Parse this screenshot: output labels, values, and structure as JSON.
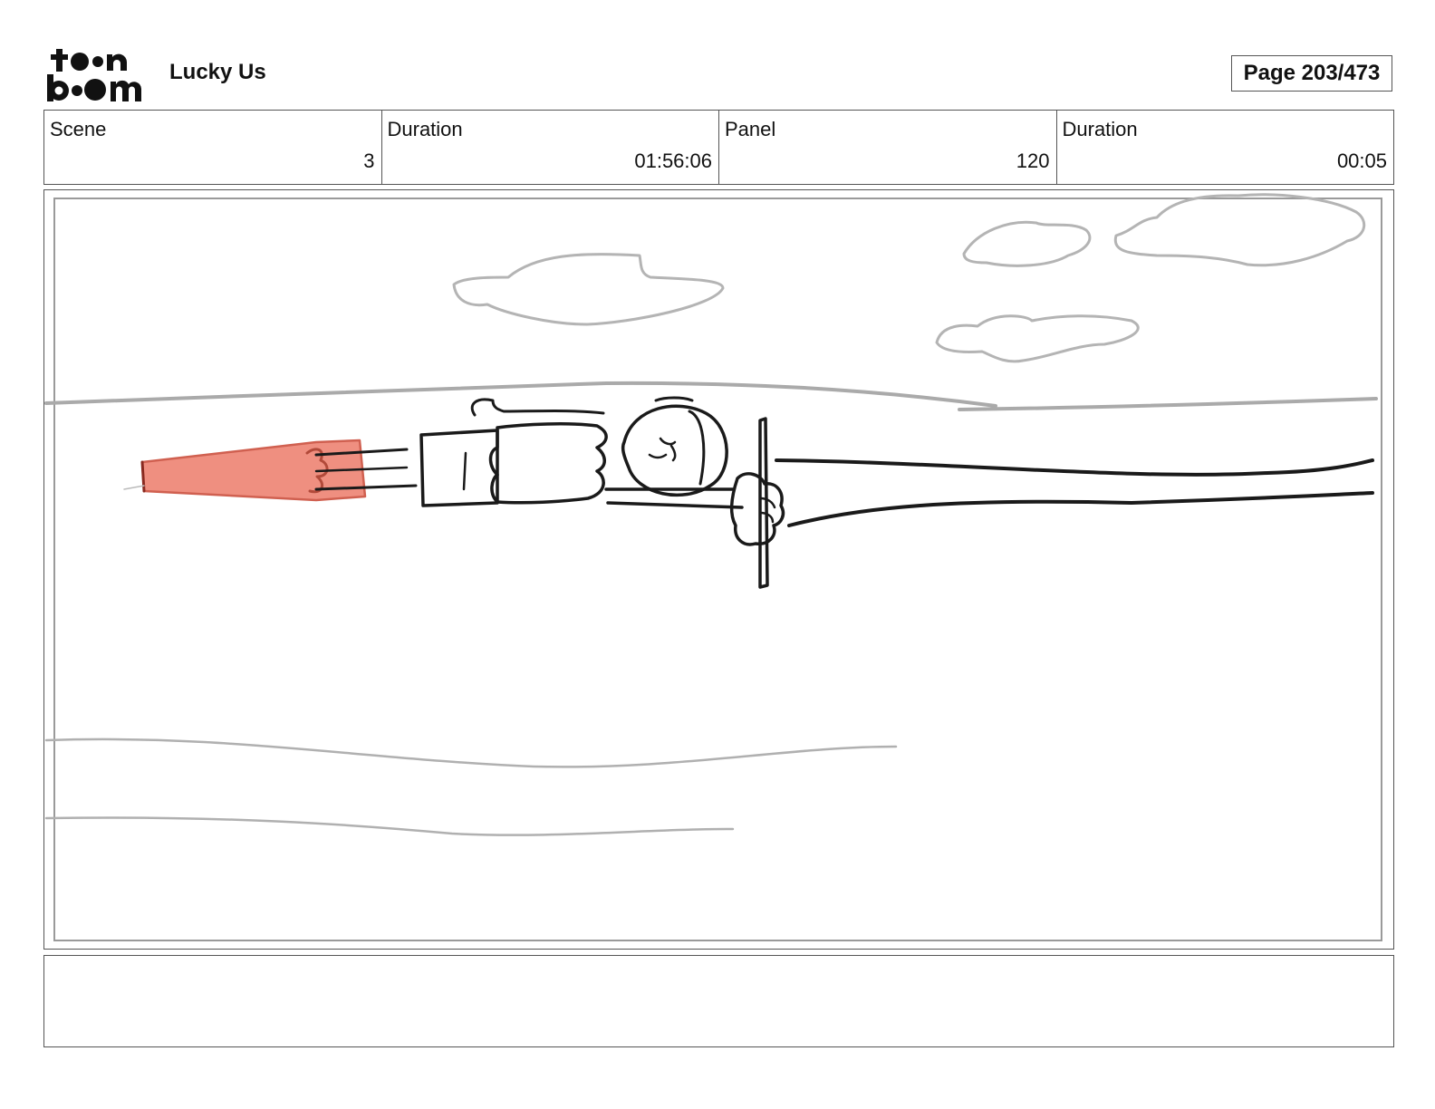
{
  "header": {
    "logo_text": "toonboom",
    "project_title": "Lucky Us",
    "page_label": "Page 203/473"
  },
  "info": {
    "scene_label": "Scene",
    "scene_value": "3",
    "scene_duration_label": "Duration",
    "scene_duration_value": "01:56:06",
    "panel_label": "Panel",
    "panel_value": "120",
    "panel_duration_label": "Duration",
    "panel_duration_value": "00:05"
  },
  "panel": {
    "sketch_colors": {
      "ink": "#1a1a1a",
      "pencil_gray": "#b0b0b0",
      "shirt_red": "#ef8f80"
    }
  },
  "notes": {
    "text": ""
  }
}
